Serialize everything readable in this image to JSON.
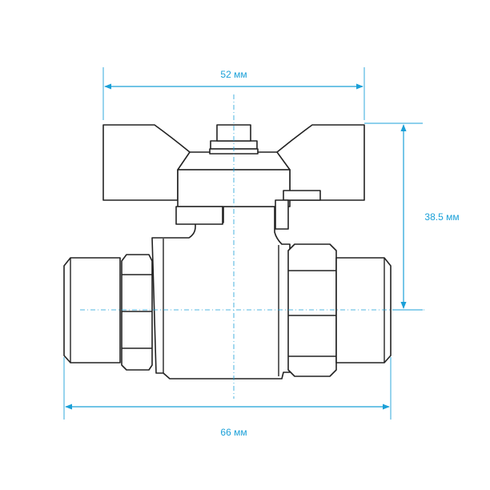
{
  "colors": {
    "accent": "#1ba0d8",
    "outline": "#222222",
    "background": "#ffffff"
  },
  "dimensions": {
    "top_width": "52 мм",
    "height": "38.5 мм",
    "bottom_width": "66 мм"
  }
}
